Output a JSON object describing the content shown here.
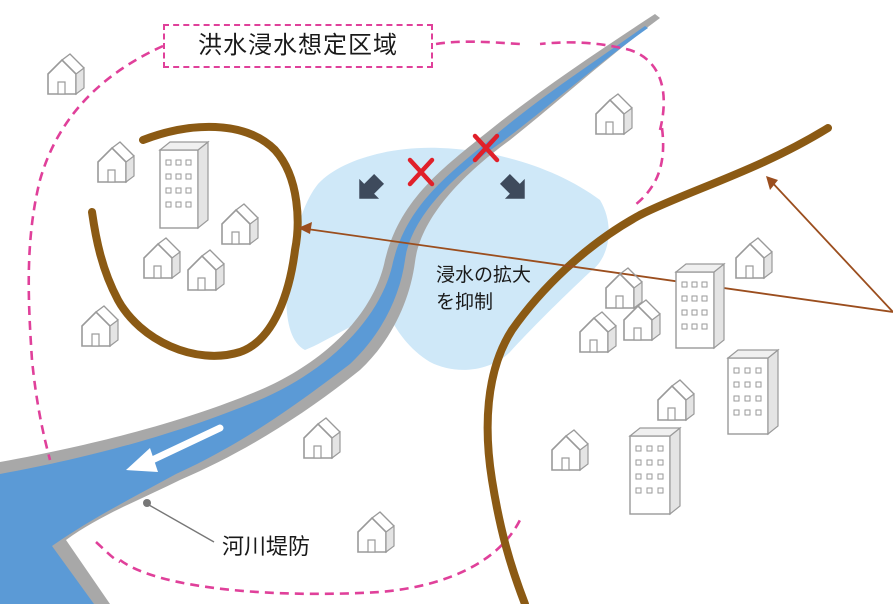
{
  "labels": {
    "flood_zone": "洪水浸水想定区域",
    "suppress": [
      "浸水の拡大",
      "を抑制"
    ],
    "river_levee": "河川堤防"
  },
  "icons": {
    "breach_marker": "red-x-icon",
    "flood_flow": "dark-arrow-icon",
    "river_flow": "white-arrow-icon",
    "house": "house-icon",
    "building": "building-icon"
  },
  "colors": {
    "flood_zone_border": "#e0409a",
    "river_water": "#5b9ad6",
    "river_bank": "#a6a6a6",
    "flood_water": "#cfe8f8",
    "secondary_levee": "#8b5a14",
    "breach": "#e0202a",
    "pointer": "#9b4e1e"
  }
}
